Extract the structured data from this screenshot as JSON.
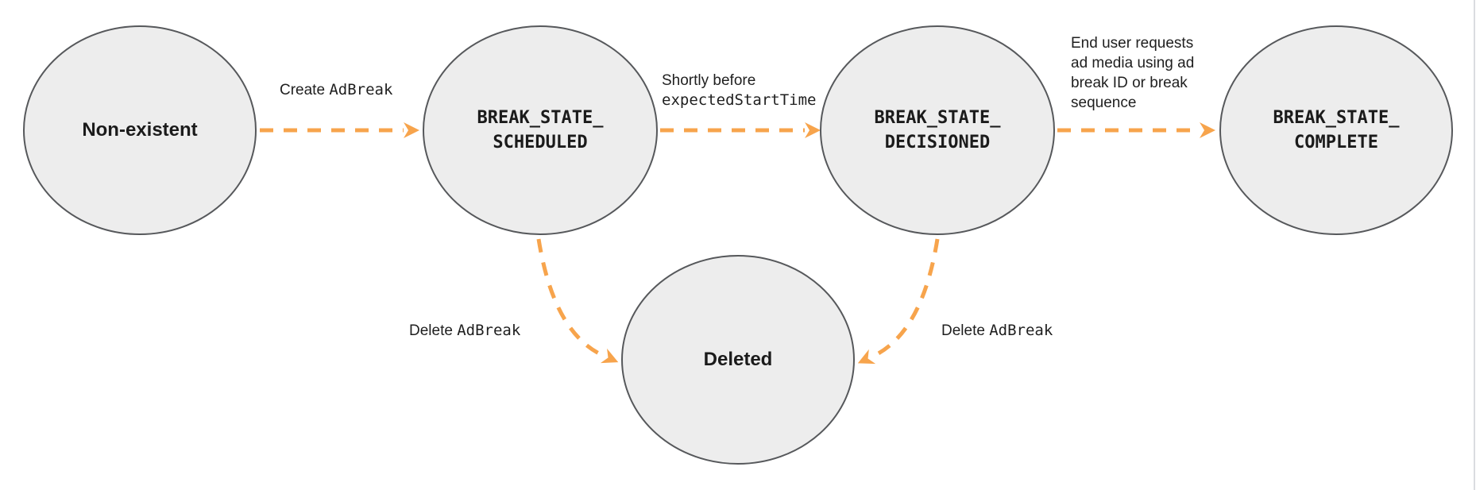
{
  "colors": {
    "arrow_orange": "#F7A44C",
    "node_fill": "#EDEDED",
    "node_stroke": "#56585B",
    "text": "#1b1b1b",
    "page_border": "#DADCE0"
  },
  "nodes": [
    {
      "id": "non-existent",
      "label1": "Non-existent",
      "label2": ""
    },
    {
      "id": "break-state-scheduled",
      "label1": "BREAK_STATE_",
      "label2": "SCHEDULED"
    },
    {
      "id": "break-state-decisioned",
      "label1": "BREAK_STATE_",
      "label2": "DECISIONED"
    },
    {
      "id": "break-state-complete",
      "label1": "BREAK_STATE_",
      "label2": "COMPLETE"
    },
    {
      "id": "deleted",
      "label1": "Deleted",
      "label2": ""
    }
  ],
  "edges": [
    {
      "id": "create-adbreak",
      "from": "non-existent",
      "to": "break-state-scheduled",
      "parts": [
        {
          "t": "Create "
        },
        {
          "t": "AdBreak"
        }
      ]
    },
    {
      "id": "shortly-before-expected-start-time",
      "from": "break-state-scheduled",
      "to": "break-state-decisioned",
      "line1": "Shortly before",
      "line2": "expectedStartTime"
    },
    {
      "id": "end-user-requests-ad-media",
      "from": "break-state-decisioned",
      "to": "break-state-complete",
      "lines": [
        "End user requests",
        "ad media using ad",
        "break ID or break",
        "sequence"
      ]
    },
    {
      "id": "delete-adbreak-from-scheduled",
      "from": "break-state-scheduled",
      "to": "deleted",
      "parts": [
        {
          "t": "Delete "
        },
        {
          "t": "AdBreak"
        }
      ]
    },
    {
      "id": "delete-adbreak-from-decisioned",
      "from": "break-state-decisioned",
      "to": "deleted",
      "parts": [
        {
          "t": "Delete "
        },
        {
          "t": "AdBreak"
        }
      ]
    }
  ]
}
